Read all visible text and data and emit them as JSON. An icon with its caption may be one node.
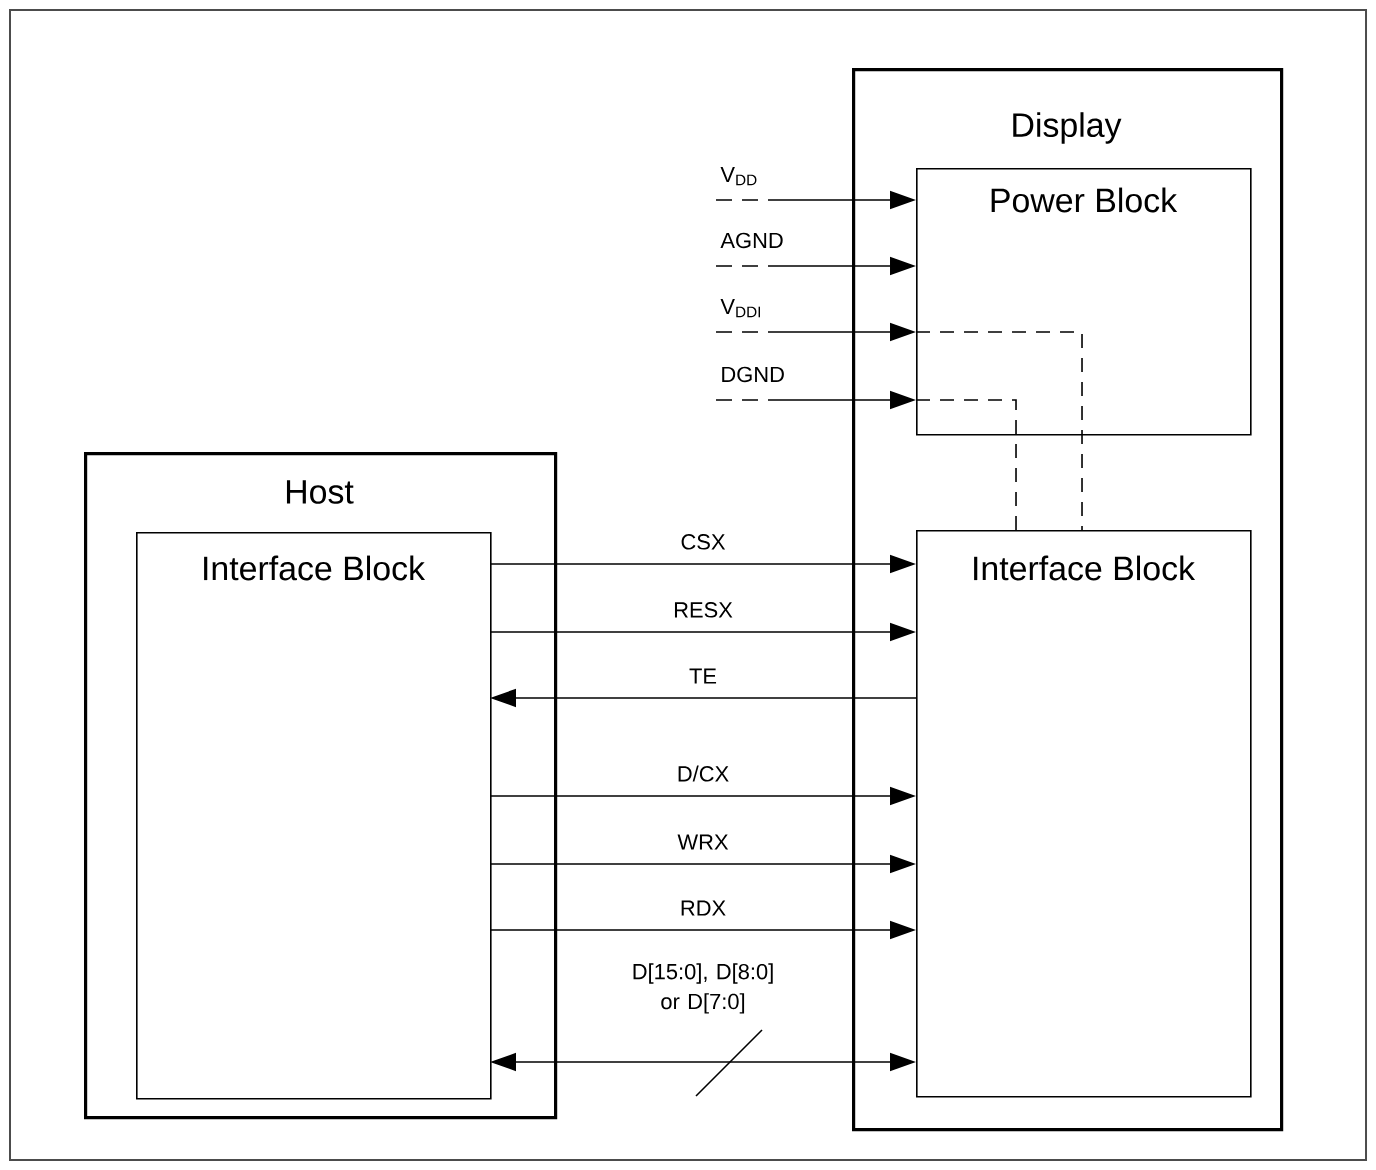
{
  "diagram": {
    "nodes": [
      {
        "text": [
          "Host"
        ]
      },
      {
        "text": [
          "Interface Block"
        ],
        "in": 0
      },
      {
        "text": [
          "Display"
        ]
      },
      {
        "text": [
          "Power Block"
        ],
        "in": 2
      },
      {
        "text": [
          "Interface Block"
        ],
        "in": 2
      }
    ],
    "edges": [
      {
        "from": null,
        "to": 3,
        "arrow": "to",
        "label": "V$_{DD}$"
      },
      {
        "from": null,
        "to": 3,
        "arrow": "to",
        "label": "AGND"
      },
      {
        "from": null,
        "to": 3,
        "arrow": "to",
        "label": "V$_{DDI}$"
      },
      {
        "from": null,
        "to": 3,
        "arrow": "to",
        "label": "DGND"
      },
      {
        "from": 3,
        "to": 4,
        "arrow": "none",
        "style": "dashed"
      },
      {
        "from": 3,
        "to": 4,
        "arrow": "none",
        "style": "dashed"
      },
      {
        "from": 1,
        "to": 4,
        "arrow": "to",
        "label": "CSX"
      },
      {
        "from": 1,
        "to": 4,
        "arrow": "to",
        "label": "RESX"
      },
      {
        "from": 4,
        "to": 1,
        "arrow": "to",
        "label": "TE"
      },
      {
        "from": 1,
        "to": 4,
        "arrow": "to",
        "label": "D/CX"
      },
      {
        "from": 1,
        "to": 4,
        "arrow": "to",
        "label": "WRX"
      },
      {
        "from": 1,
        "to": 4,
        "arrow": "to",
        "label": "RDX"
      },
      {
        "from": 1,
        "to": 4,
        "arrow": "both",
        "label": "D[15:0], D[8:0] or D[7:0]"
      }
    ]
  }
}
